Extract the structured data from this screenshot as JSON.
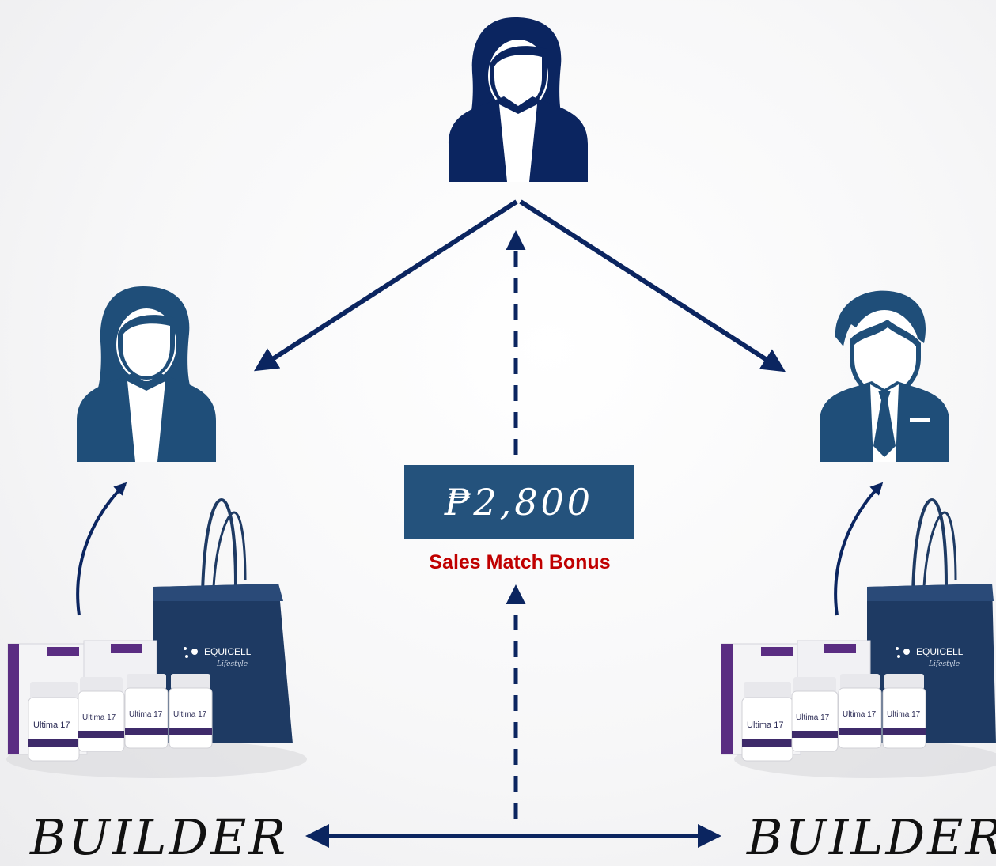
{
  "bonus": {
    "amount": "₱2,800",
    "label": "Sales Match Bonus"
  },
  "builders": {
    "left": "BUILDER",
    "right": "BUILDER"
  },
  "products": {
    "left": {
      "bottle_label": "Ultima 17",
      "brand": "EQUICELL",
      "brand_script": "Lifestyle"
    },
    "right": {
      "bottle_label": "Ultima 17",
      "brand": "EQUICELL",
      "brand_script": "Lifestyle"
    }
  },
  "colors": {
    "sponsor": "#0b2560",
    "downline": "#1f4e79",
    "arrow": "#0b2560",
    "bonus_box": "#24527c",
    "bonus_label": "#c00000",
    "bag": "#1e3a63"
  },
  "icons": [
    "female-user-icon",
    "male-user-icon",
    "product-bag-icon",
    "bottle-icon"
  ]
}
